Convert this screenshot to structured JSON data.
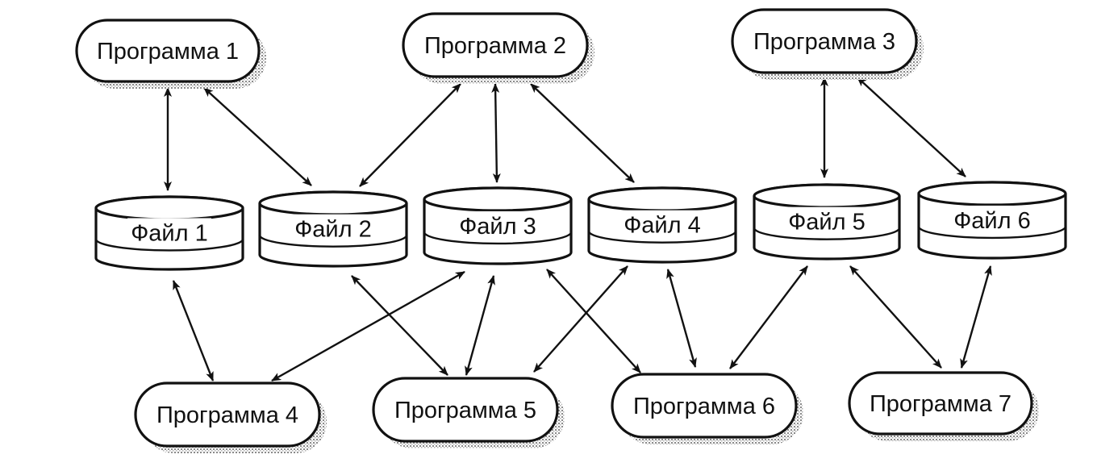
{
  "programs": [
    {
      "id": "p1",
      "label": "Программа 1"
    },
    {
      "id": "p2",
      "label": "Программа 2"
    },
    {
      "id": "p3",
      "label": "Программа 3"
    },
    {
      "id": "p4",
      "label": "Программа 4"
    },
    {
      "id": "p5",
      "label": "Программа 5"
    },
    {
      "id": "p6",
      "label": "Программа 6"
    },
    {
      "id": "p7",
      "label": "Программа 7"
    }
  ],
  "files": [
    {
      "id": "f1",
      "label": "Файл 1"
    },
    {
      "id": "f2",
      "label": "Файл 2"
    },
    {
      "id": "f3",
      "label": "Файл 3"
    },
    {
      "id": "f4",
      "label": "Файл 4"
    },
    {
      "id": "f5",
      "label": "Файл 5"
    },
    {
      "id": "f6",
      "label": "Файл 6"
    }
  ],
  "connections": [
    {
      "from": "p1",
      "to": "f1"
    },
    {
      "from": "p1",
      "to": "f2"
    },
    {
      "from": "p2",
      "to": "f2"
    },
    {
      "from": "p2",
      "to": "f3"
    },
    {
      "from": "p2",
      "to": "f4"
    },
    {
      "from": "p3",
      "to": "f5"
    },
    {
      "from": "p3",
      "to": "f6"
    },
    {
      "from": "f1",
      "to": "p4"
    },
    {
      "from": "f3",
      "to": "p4"
    },
    {
      "from": "f2",
      "to": "p5"
    },
    {
      "from": "f3",
      "to": "p5"
    },
    {
      "from": "f4",
      "to": "p5"
    },
    {
      "from": "f3",
      "to": "p6"
    },
    {
      "from": "f4",
      "to": "p6"
    },
    {
      "from": "f5",
      "to": "p6"
    },
    {
      "from": "f5",
      "to": "p7"
    },
    {
      "from": "f6",
      "to": "p7"
    }
  ],
  "edge_style": "bidirectional-arrow",
  "colors": {
    "ink": "#111111",
    "fill": "#ffffff",
    "shadow": "#9a9a9a"
  }
}
